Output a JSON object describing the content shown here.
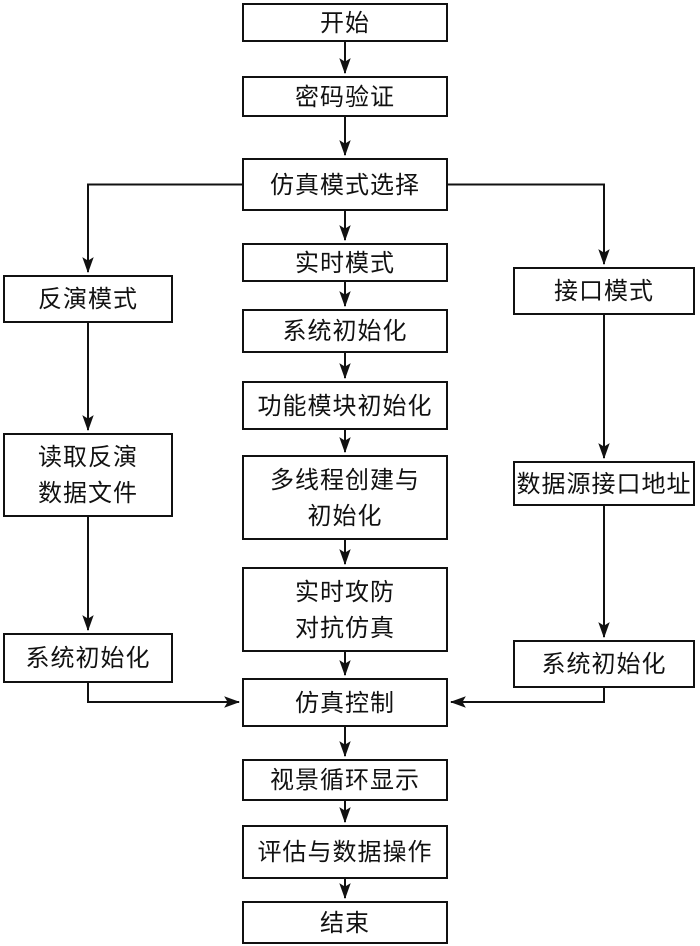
{
  "diagram": {
    "type": "flowchart",
    "background_color": "#ffffff",
    "line_color": "#111111",
    "box_fill": "#ffffff",
    "text_color": "#111111",
    "nodes": [
      {
        "id": "start",
        "label": "开始"
      },
      {
        "id": "password",
        "label": "密码验证"
      },
      {
        "id": "mode_select",
        "label": "仿真模式选择"
      },
      {
        "id": "realtime_mode",
        "label": "实时模式"
      },
      {
        "id": "sys_init_center",
        "label": "系统初始化"
      },
      {
        "id": "func_init",
        "label": "功能模块初始化"
      },
      {
        "id": "multithread",
        "label": "多线程创建与\n初始化"
      },
      {
        "id": "combat_sim",
        "label": "实时攻防\n对抗仿真"
      },
      {
        "id": "sim_control",
        "label": "仿真控制"
      },
      {
        "id": "scene_display",
        "label": "视景循环显示"
      },
      {
        "id": "eval_ops",
        "label": "评估与数据操作"
      },
      {
        "id": "end",
        "label": "结束"
      },
      {
        "id": "inversion_mode",
        "label": "反演模式"
      },
      {
        "id": "read_inversion",
        "label": "读取反演\n数据文件"
      },
      {
        "id": "sys_init_left",
        "label": "系统初始化"
      },
      {
        "id": "interface_mode",
        "label": "接口模式"
      },
      {
        "id": "datasource_addr",
        "label": "数据源接口地址"
      },
      {
        "id": "sys_init_right",
        "label": "系统初始化"
      }
    ],
    "edges": [
      {
        "from": "start",
        "to": "password"
      },
      {
        "from": "password",
        "to": "mode_select"
      },
      {
        "from": "mode_select",
        "to": "realtime_mode"
      },
      {
        "from": "mode_select",
        "to": "inversion_mode"
      },
      {
        "from": "mode_select",
        "to": "interface_mode"
      },
      {
        "from": "realtime_mode",
        "to": "sys_init_center"
      },
      {
        "from": "sys_init_center",
        "to": "func_init"
      },
      {
        "from": "func_init",
        "to": "multithread"
      },
      {
        "from": "multithread",
        "to": "combat_sim"
      },
      {
        "from": "combat_sim",
        "to": "sim_control"
      },
      {
        "from": "inversion_mode",
        "to": "read_inversion"
      },
      {
        "from": "read_inversion",
        "to": "sys_init_left"
      },
      {
        "from": "sys_init_left",
        "to": "sim_control"
      },
      {
        "from": "interface_mode",
        "to": "datasource_addr"
      },
      {
        "from": "datasource_addr",
        "to": "sys_init_right"
      },
      {
        "from": "sys_init_right",
        "to": "sim_control"
      },
      {
        "from": "sim_control",
        "to": "scene_display"
      },
      {
        "from": "scene_display",
        "to": "eval_ops"
      },
      {
        "from": "eval_ops",
        "to": "end"
      }
    ]
  }
}
